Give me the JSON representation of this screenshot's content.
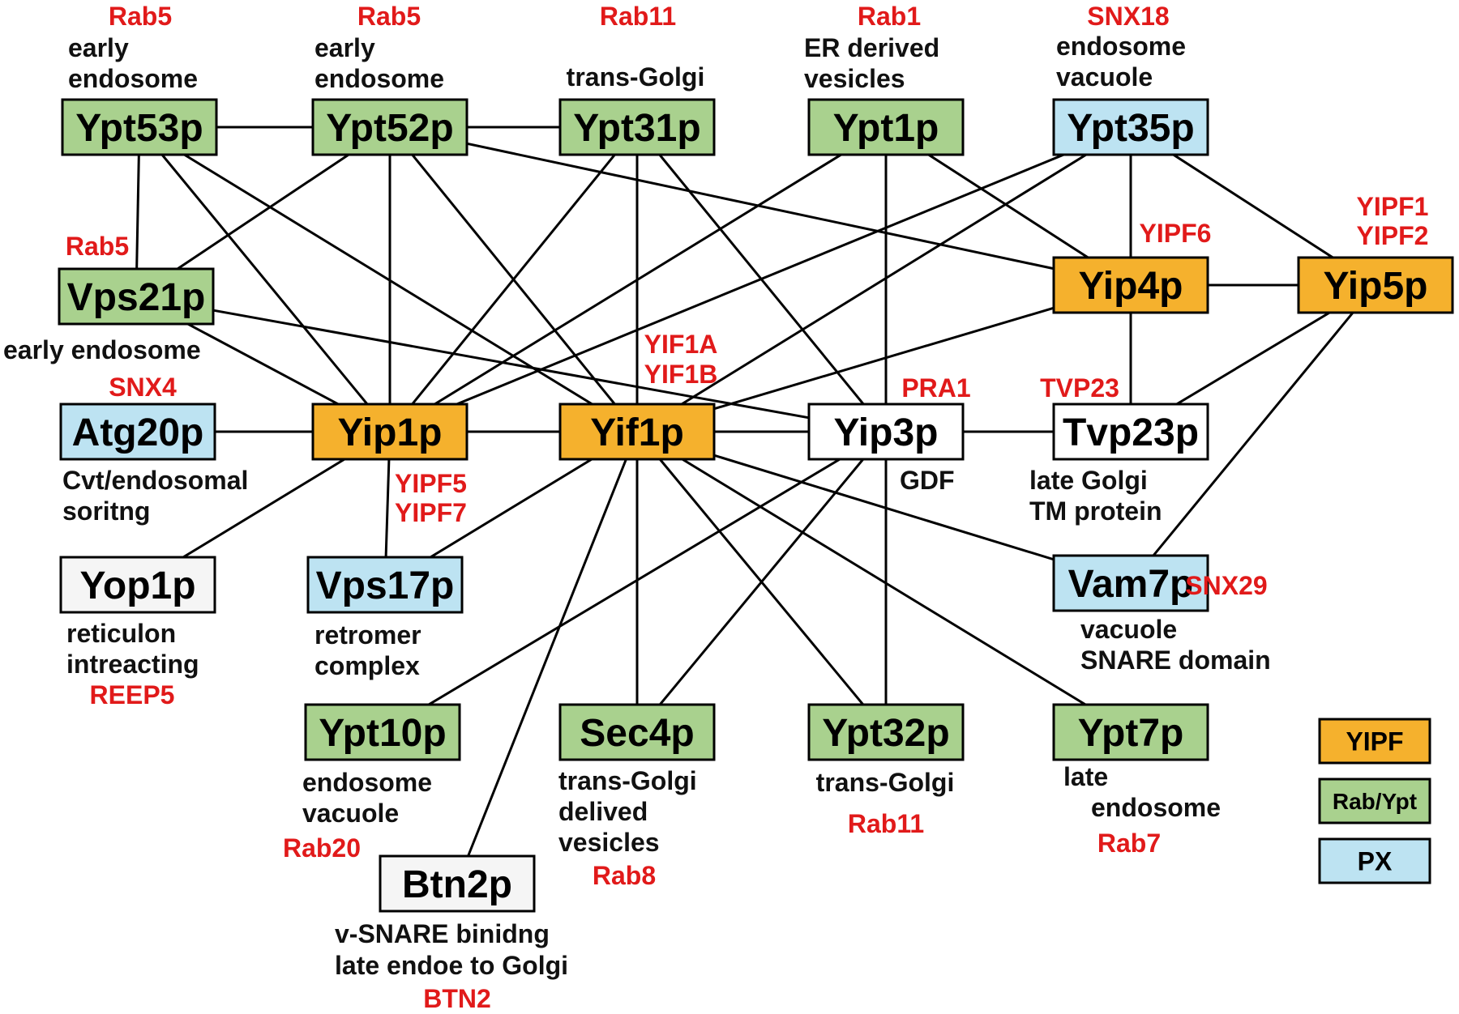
{
  "colors": {
    "yipf": "#F5B12D",
    "rab_ypt": "#A9D18E",
    "px": "#BDE3F2",
    "other": "#FFFFFF",
    "other_light": "#F5F5F5",
    "red_text": "#E11A1A"
  },
  "nodes": {
    "Ypt53p": {
      "label": "Ypt53p",
      "category": "rab_ypt"
    },
    "Ypt52p": {
      "label": "Ypt52p",
      "category": "rab_ypt"
    },
    "Ypt31p": {
      "label": "Ypt31p",
      "category": "rab_ypt"
    },
    "Ypt1p": {
      "label": "Ypt1p",
      "category": "rab_ypt"
    },
    "Ypt35p": {
      "label": "Ypt35p",
      "category": "px"
    },
    "Vps21p": {
      "label": "Vps21p",
      "category": "rab_ypt"
    },
    "Yip4p": {
      "label": "Yip4p",
      "category": "yipf"
    },
    "Yip5p": {
      "label": "Yip5p",
      "category": "yipf"
    },
    "Atg20p": {
      "label": "Atg20p",
      "category": "px"
    },
    "Yip1p": {
      "label": "Yip1p",
      "category": "yipf"
    },
    "Yif1p": {
      "label": "Yif1p",
      "category": "yipf"
    },
    "Yip3p": {
      "label": "Yip3p",
      "category": "other"
    },
    "Tvp23p": {
      "label": "Tvp23p",
      "category": "other"
    },
    "Yop1p": {
      "label": "Yop1p",
      "category": "other_light"
    },
    "Vps17p": {
      "label": "Vps17p",
      "category": "px"
    },
    "Vam7p": {
      "label": "Vam7p",
      "category": "px"
    },
    "Ypt10p": {
      "label": "Ypt10p",
      "category": "rab_ypt"
    },
    "Sec4p": {
      "label": "Sec4p",
      "category": "rab_ypt"
    },
    "Ypt32p": {
      "label": "Ypt32p",
      "category": "rab_ypt"
    },
    "Ypt7p": {
      "label": "Ypt7p",
      "category": "rab_ypt"
    },
    "Btn2p": {
      "label": "Btn2p",
      "category": "other_light"
    }
  },
  "edges": [
    [
      "Ypt53p",
      "Ypt52p"
    ],
    [
      "Ypt52p",
      "Ypt31p"
    ],
    [
      "Ypt53p",
      "Vps21p"
    ],
    [
      "Ypt53p",
      "Yip1p"
    ],
    [
      "Ypt53p",
      "Yif1p"
    ],
    [
      "Ypt52p",
      "Vps21p"
    ],
    [
      "Ypt52p",
      "Yip1p"
    ],
    [
      "Ypt52p",
      "Yif1p"
    ],
    [
      "Ypt52p",
      "Yip4p"
    ],
    [
      "Ypt31p",
      "Yip1p"
    ],
    [
      "Ypt31p",
      "Yif1p"
    ],
    [
      "Ypt31p",
      "Yip3p"
    ],
    [
      "Ypt1p",
      "Yip1p"
    ],
    [
      "Ypt1p",
      "Yip3p"
    ],
    [
      "Ypt1p",
      "Yip4p"
    ],
    [
      "Ypt35p",
      "Yip1p"
    ],
    [
      "Ypt35p",
      "Yif1p"
    ],
    [
      "Ypt35p",
      "Yip4p"
    ],
    [
      "Ypt35p",
      "Yip5p"
    ],
    [
      "Vps21p",
      "Yip1p"
    ],
    [
      "Vps21p",
      "Yip3p"
    ],
    [
      "Yip4p",
      "Yip5p"
    ],
    [
      "Yip4p",
      "Tvp23p"
    ],
    [
      "Yip4p",
      "Yif1p"
    ],
    [
      "Yip5p",
      "Tvp23p"
    ],
    [
      "Yip5p",
      "Vam7p"
    ],
    [
      "Atg20p",
      "Yip1p"
    ],
    [
      "Yip1p",
      "Yif1p"
    ],
    [
      "Yif1p",
      "Yip3p"
    ],
    [
      "Yip3p",
      "Tvp23p"
    ],
    [
      "Yip1p",
      "Yop1p"
    ],
    [
      "Yip1p",
      "Vps17p"
    ],
    [
      "Yif1p",
      "Vps17p"
    ],
    [
      "Yif1p",
      "Vam7p"
    ],
    [
      "Yif1p",
      "Btn2p"
    ],
    [
      "Yif1p",
      "Sec4p"
    ],
    [
      "Yif1p",
      "Ypt32p"
    ],
    [
      "Yif1p",
      "Ypt7p"
    ],
    [
      "Yip3p",
      "Ypt10p"
    ],
    [
      "Yip3p",
      "Sec4p"
    ],
    [
      "Yip3p",
      "Ypt32p"
    ]
  ],
  "annotations": {
    "ypt53_rab": "Rab5",
    "ypt53_loc1": "early",
    "ypt53_loc2": "endosome",
    "ypt52_rab": "Rab5",
    "ypt52_loc1": "early",
    "ypt52_loc2": "endosome",
    "ypt31_rab": "Rab11",
    "ypt31_loc": "trans-Golgi",
    "ypt1_rab": "Rab1",
    "ypt1_loc1": "ER derived",
    "ypt1_loc2": "vesicles",
    "ypt35_hom": "SNX18",
    "ypt35_loc1": "endosome",
    "ypt35_loc2": "vacuole",
    "vps21_rab": "Rab5",
    "vps21_loc": "early endosome",
    "yip4_hom": "YIPF6",
    "yip5_hom1": "YIPF1",
    "yip5_hom2": "YIPF2",
    "atg20_hom": "SNX4",
    "atg20_loc1": "Cvt/endosomal",
    "atg20_loc2": "soritng",
    "yif1_hom1": "YIF1A",
    "yif1_hom2": "YIF1B",
    "yip3_hom": "PRA1",
    "yip3_func": "GDF",
    "tvp23_hom": "TVP23",
    "tvp23_loc1": "late Golgi",
    "tvp23_loc2": "TM protein",
    "yip1_hom1": "YIPF5",
    "yip1_hom2": "YIPF7",
    "yop1_func1": "reticulon",
    "yop1_func2": "intreacting",
    "yop1_hom": "REEP5",
    "vps17_func1": "retromer",
    "vps17_func2": "complex",
    "vam7_hom": "SNX29",
    "vam7_loc1": "vacuole",
    "vam7_loc2": "SNARE domain",
    "ypt10_loc1": "endosome",
    "ypt10_loc2": "vacuole",
    "ypt10_rab": "Rab20",
    "sec4_loc1": "trans-Golgi",
    "sec4_loc2": "delived",
    "sec4_loc3": "vesicles",
    "sec4_rab": "Rab8",
    "ypt32_loc": "trans-Golgi",
    "ypt32_rab": "Rab11",
    "ypt7_loc1": "late",
    "ypt7_loc2": "endosome",
    "ypt7_rab": "Rab7",
    "btn2_func1": "v-SNARE binidng",
    "btn2_func2": "late endoe to Golgi",
    "btn2_hom": "BTN2"
  },
  "legend": [
    {
      "label": "YIPF",
      "category": "yipf"
    },
    {
      "label": "Rab/Ypt",
      "category": "rab_ypt"
    },
    {
      "label": "PX",
      "category": "px"
    }
  ]
}
